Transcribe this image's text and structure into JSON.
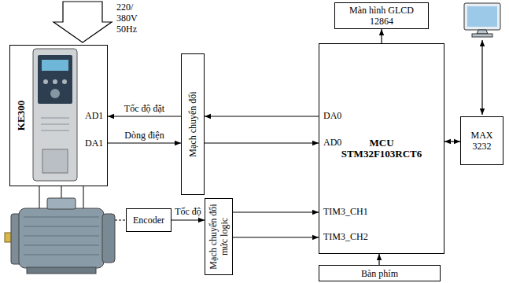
{
  "diagram": {
    "nodes": [
      {
        "text": [
          "KE300"
        ]
      },
      {
        "text": [
          "Mạch chuyển đổi"
        ]
      },
      {
        "text": [
          "Màn hình GLCD 12864"
        ]
      },
      {
        "text": [
          "MCU STM32F103RCT6"
        ]
      },
      {
        "text": [
          "MAX 3232"
        ]
      },
      {
        "text": [
          "Encoder"
        ]
      },
      {
        "text": [
          "Mạch chuyển đổi mức logic"
        ]
      },
      {
        "text": [
          "Bàn phím"
        ]
      }
    ],
    "edges": [
      {
        "from": 1,
        "to": 0,
        "arrow": "to",
        "label": "Tốc độ đặt"
      },
      {
        "from": 0,
        "to": 1,
        "arrow": "to",
        "label": "Dòng điện"
      },
      {
        "from": 3,
        "to": 1,
        "arrow": "to"
      },
      {
        "from": 1,
        "to": 3,
        "arrow": "to"
      },
      {
        "from": 3,
        "to": 2,
        "arrow": "to"
      },
      {
        "from": 3,
        "to": 4,
        "arrow": "both"
      },
      {
        "from": 5,
        "to": 6,
        "arrow": "to",
        "label": "Tốc độ"
      },
      {
        "from": 6,
        "to": 3,
        "arrow": "to"
      },
      {
        "from": 6,
        "to": 3,
        "arrow": "to"
      },
      {
        "from": 7,
        "to": 3,
        "arrow": "to"
      }
    ],
    "labels": [
      "220/ 380V 50Hz",
      "AD1",
      "DA1",
      "DA0",
      "AD0",
      "TIM3_CH1",
      "TIM3_CH2"
    ]
  }
}
